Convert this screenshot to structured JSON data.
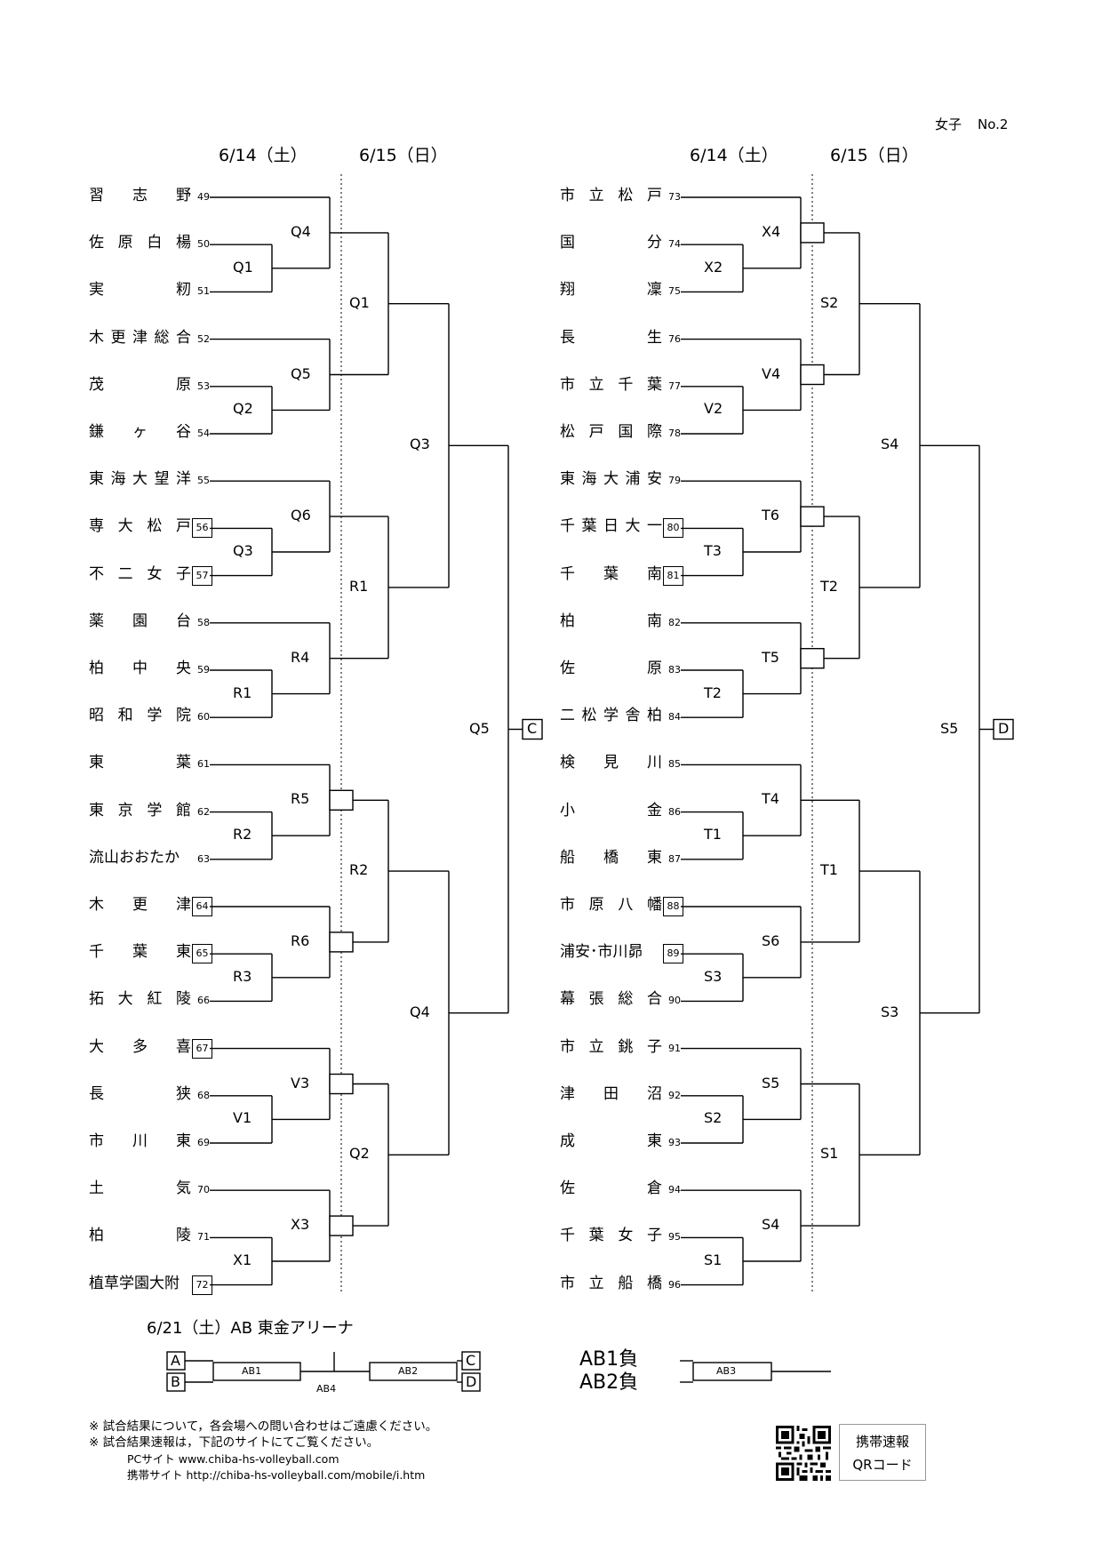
{
  "header": {
    "category": "女子",
    "page": "No.2"
  },
  "left": {
    "dates": [
      "6/14（土）",
      "6/15（日）"
    ],
    "teams": [
      {
        "name": "習志野",
        "no": "49",
        "boxed": false
      },
      {
        "name": "佐原白楊",
        "no": "50",
        "boxed": false
      },
      {
        "name": "実籾",
        "no": "51",
        "boxed": false
      },
      {
        "name": "木更津総合",
        "no": "52",
        "boxed": false
      },
      {
        "name": "茂原",
        "no": "53",
        "boxed": false
      },
      {
        "name": "鎌ヶ谷",
        "no": "54",
        "boxed": false
      },
      {
        "name": "東海大望洋",
        "no": "55",
        "boxed": false
      },
      {
        "name": "専大松戸",
        "no": "56",
        "boxed": true
      },
      {
        "name": "不二女子",
        "no": "57",
        "boxed": true
      },
      {
        "name": "薬園台",
        "no": "58",
        "boxed": false
      },
      {
        "name": "柏中央",
        "no": "59",
        "boxed": false
      },
      {
        "name": "昭和学院",
        "no": "60",
        "boxed": false
      },
      {
        "name": "東葉",
        "no": "61",
        "boxed": false
      },
      {
        "name": "東京学館",
        "no": "62",
        "boxed": false
      },
      {
        "name": "流山おおたか",
        "no": "63",
        "boxed": false
      },
      {
        "name": "木更津",
        "no": "64",
        "boxed": true
      },
      {
        "name": "千葉東",
        "no": "65",
        "boxed": true
      },
      {
        "name": "拓大紅陵",
        "no": "66",
        "boxed": false
      },
      {
        "name": "大多喜",
        "no": "67",
        "boxed": true
      },
      {
        "name": "長狭",
        "no": "68",
        "boxed": false
      },
      {
        "name": "市川東",
        "no": "69",
        "boxed": false
      },
      {
        "name": "土気",
        "no": "70",
        "boxed": false
      },
      {
        "name": "柏陵",
        "no": "71",
        "boxed": false
      },
      {
        "name": "植草学園大附",
        "no": "72",
        "boxed": true
      }
    ],
    "r1a": [
      "Q1",
      "Q2",
      "Q3",
      "R1",
      "R2",
      "R3",
      "V1",
      "X1"
    ],
    "r1b": [
      "Q4",
      "Q5",
      "Q6",
      "R4",
      "R5",
      "R6",
      "V3",
      "X3"
    ],
    "r2": [
      "Q1",
      "R1",
      "R2",
      "Q2"
    ],
    "r3": [
      "Q3",
      "Q4"
    ],
    "r4": "Q5",
    "result": "C"
  },
  "right": {
    "dates": [
      "6/14（土）",
      "6/15（日）"
    ],
    "teams": [
      {
        "name": "市立松戸",
        "no": "73",
        "boxed": false
      },
      {
        "name": "国分",
        "no": "74",
        "boxed": false
      },
      {
        "name": "翔凜",
        "no": "75",
        "boxed": false
      },
      {
        "name": "長生",
        "no": "76",
        "boxed": false
      },
      {
        "name": "市立千葉",
        "no": "77",
        "boxed": false
      },
      {
        "name": "松戸国際",
        "no": "78",
        "boxed": false
      },
      {
        "name": "東海大浦安",
        "no": "79",
        "boxed": false
      },
      {
        "name": "千葉日大一",
        "no": "80",
        "boxed": true
      },
      {
        "name": "千葉南",
        "no": "81",
        "boxed": true
      },
      {
        "name": "柏南",
        "no": "82",
        "boxed": false
      },
      {
        "name": "佐原",
        "no": "83",
        "boxed": false
      },
      {
        "name": "二松学舎柏",
        "no": "84",
        "boxed": false
      },
      {
        "name": "検見川",
        "no": "85",
        "boxed": false
      },
      {
        "name": "小金",
        "no": "86",
        "boxed": false
      },
      {
        "name": "船橋東",
        "no": "87",
        "boxed": false
      },
      {
        "name": "市原八幡",
        "no": "88",
        "boxed": true
      },
      {
        "name": "浦安･市川昴",
        "no": "89",
        "boxed": true
      },
      {
        "name": "幕張総合",
        "no": "90",
        "boxed": false
      },
      {
        "name": "市立銚子",
        "no": "91",
        "boxed": false
      },
      {
        "name": "津田沼",
        "no": "92",
        "boxed": false
      },
      {
        "name": "成東",
        "no": "93",
        "boxed": false
      },
      {
        "name": "佐倉",
        "no": "94",
        "boxed": false
      },
      {
        "name": "千葉女子",
        "no": "95",
        "boxed": false
      },
      {
        "name": "市立船橋",
        "no": "96",
        "boxed": false
      }
    ],
    "r1a": [
      "X2",
      "V2",
      "T3",
      "T2",
      "T1",
      "S3",
      "S2",
      "S1"
    ],
    "r1b": [
      "X4",
      "V4",
      "T6",
      "T5",
      "T4",
      "S6",
      "S5",
      "S4"
    ],
    "r2": [
      "S2",
      "T2",
      "T1",
      "S1"
    ],
    "r3": [
      "S4",
      "S3"
    ],
    "r4": "S5",
    "result": "D"
  },
  "final": {
    "title": "6/21（土）AB 東金アリーナ",
    "ab1": "AB1",
    "ab2": "AB2",
    "ab4": "AB4",
    "ab3": "AB3",
    "a": "A",
    "b": "B",
    "c": "C",
    "d": "D",
    "loser1": "AB1負",
    "loser2": "AB2負"
  },
  "notes": [
    "※ 試合結果について，各会場への問い合わせはご遠慮ください。",
    "※ 試合結果速報は，下記のサイトにてご覧ください。"
  ],
  "pc_site": "PCサイト www.chiba-hs-volleyball.com",
  "mobile_site": "携帯サイト http://chiba-hs-volleyball.com/mobile/i.htm",
  "qr_label": [
    "携帯速報",
    "QRコード"
  ]
}
